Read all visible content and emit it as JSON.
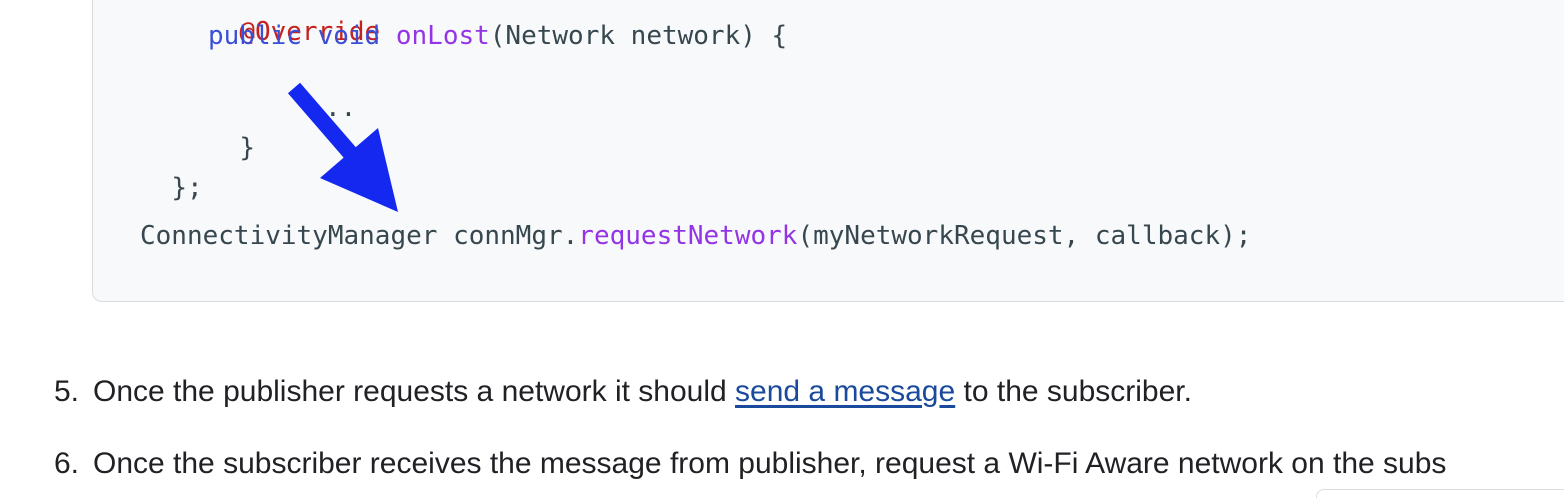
{
  "code": {
    "override": "@Override",
    "onlost_kw1": "public",
    "onlost_kw2": "void",
    "onlost_fn": "onLost",
    "onlost_rest": "(Network network) {",
    "ellipsis": "...",
    "close_brace": "}",
    "close_semicolon": "};",
    "conn_type": "ConnectivityManager connMgr.",
    "conn_fn": "requestNetwork",
    "conn_args": "(myNetworkRequest, callback);"
  },
  "steps": [
    {
      "number": "5.",
      "before": "Once the publisher requests a network it should ",
      "link": "send a message",
      "after": " to the subscriber."
    },
    {
      "number": "6.",
      "text": "Once the subscriber receives the message from publisher, request a Wi-Fi Aware network on the subs"
    }
  ],
  "colors": {
    "keyword": "#3b4fd6",
    "function": "#9334e6",
    "annotation_arrow": "#1428f0",
    "link": "#1a4a9b"
  },
  "icons": {
    "arrow": "arrow-down-right-icon"
  }
}
